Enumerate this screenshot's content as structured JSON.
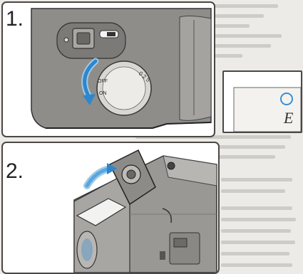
{
  "steps": [
    {
      "number": "1."
    },
    {
      "number": "2."
    }
  ],
  "panel1": {
    "switch_mark_off": "OFF",
    "switch_mark_on": "ON"
  },
  "display_panel": {
    "character": "E",
    "circle_color": "#3a8fd6"
  },
  "colors": {
    "arrow_blue": "#2f86cc",
    "arrow_light": "#9fcbe8",
    "panel_border": "#4a4744",
    "camera_gray": "#8a8886"
  },
  "icons": [
    "rotation-arrow-icon",
    "lift-arrow-icon",
    "lcd-circle-icon"
  ]
}
